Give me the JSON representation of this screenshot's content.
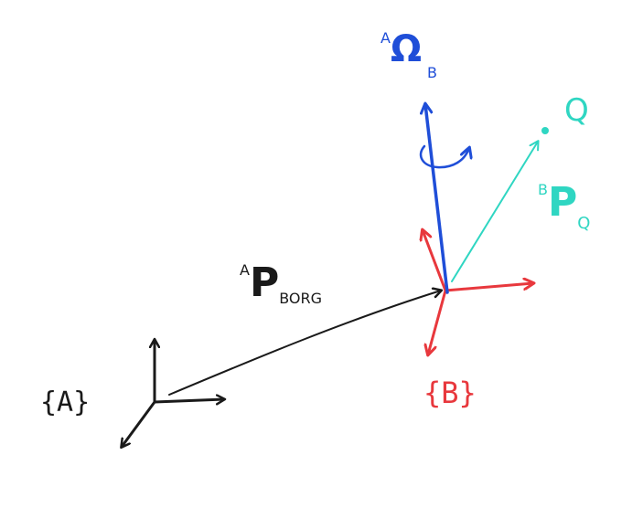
{
  "frames": {
    "A": {
      "label": "{A}"
    },
    "B": {
      "label": "{B}"
    }
  },
  "vectors": {
    "p_borg": {
      "pre": "A",
      "symbol": "P",
      "sub": "BORG"
    },
    "p_q": {
      "pre": "B",
      "symbol": "P",
      "sub": "Q"
    },
    "omega": {
      "pre": "A",
      "symbol": "Ω",
      "sub": "B"
    }
  },
  "point": {
    "label": "Q"
  },
  "colors": {
    "black": "#1a1a1a",
    "red": "#e8383d",
    "blue": "#1f4ed8",
    "cyan": "#2fd6c2"
  }
}
